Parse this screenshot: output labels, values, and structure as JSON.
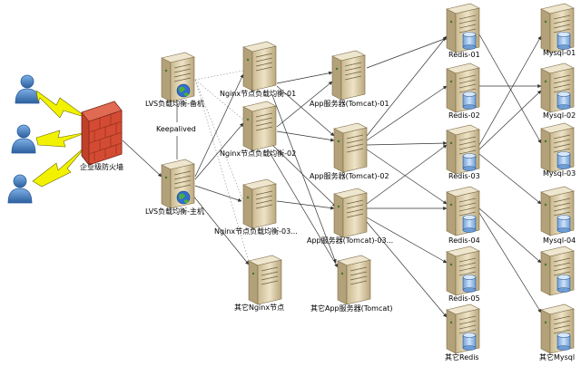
{
  "diagram": {
    "nodes": {
      "firewall": "企业级防火墙",
      "keepalived": "Keepalived",
      "lvs_backup": "LVS负载均衡-备机",
      "lvs_main": "LVS负载均衡-主机",
      "nginx_01": "Nginx节点负载均衡-01",
      "nginx_02": "Nginx节点负载均衡-02",
      "nginx_03": "Nginx节点负载均衡-03...",
      "nginx_other": "其它Nginx节点",
      "app_01": "App服务器(Tomcat)-01",
      "app_02": "App服务器(Tomcat)-02",
      "app_03": "App服务器(Tomcat)-03...",
      "app_other": "其它App服务器(Tomcat)",
      "redis_01": "Redis-01",
      "redis_02": "Redis-02",
      "redis_03": "Redis-03",
      "redis_04": "Redis-04",
      "redis_05": "Redis-05",
      "redis_other": "其它Redis",
      "mysql_01": "Mysql-01",
      "mysql_02": "Mysql-02",
      "mysql_03": "Mysql-03",
      "mysql_04": "Mysql-04",
      "mysql_other": "其它Mysql"
    },
    "colors": {
      "server_body": "#e2d5b4",
      "server_dark": "#a8976e",
      "cylinder": "#9fc3ea",
      "user": "#4f86c6",
      "lightning": "#f2f200",
      "firewall": "#d2452c",
      "line": "#333333"
    }
  }
}
